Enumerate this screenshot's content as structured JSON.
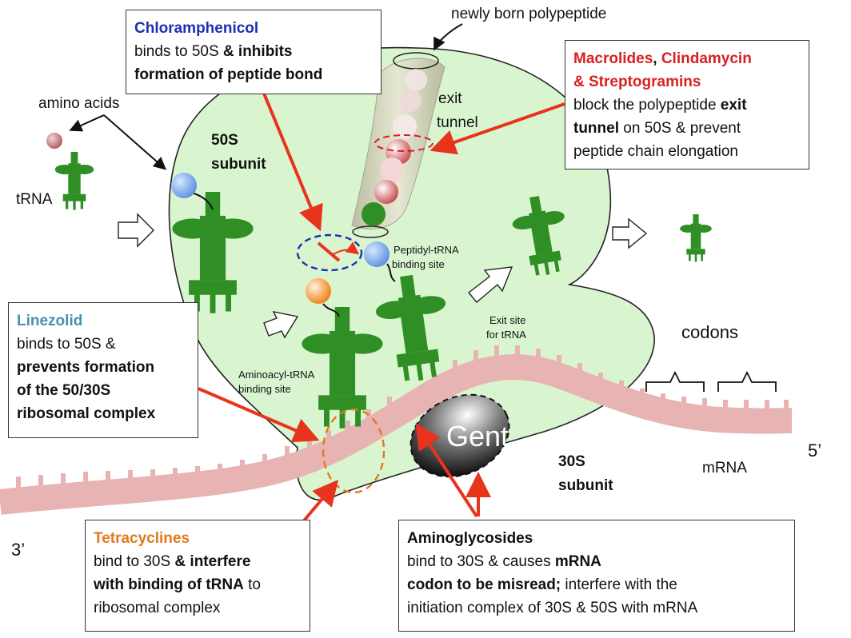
{
  "colors": {
    "ribosome": "#d9f5cf",
    "trna": "#2f8f24",
    "mrna": "#e8b3b3",
    "inhibitor_arrow": "#e8341c",
    "chloramphenicol": "#1a2fb5",
    "macrolides": "#d92020",
    "linezolid": "#4a8fb3",
    "tetracyclines": "#e07a1c"
  },
  "labels": {
    "newly_born": "newly born polypeptide",
    "amino_acids": "amino acids",
    "trna": "tRNA",
    "subunit_50s_a": "50S",
    "subunit_50s_b": "subunit",
    "exit_a": "exit",
    "exit_b": "tunnel",
    "peptidyl_a": "Peptidyl-tRNA",
    "peptidyl_b": "binding site",
    "exit_site_a": "Exit site",
    "exit_site_b": "for tRNA",
    "aminoacyl_a": "Aminoacyl-tRNA",
    "aminoacyl_b": "binding site",
    "codons": "codons",
    "gent": "Gent",
    "subunit_30s_a": "30S",
    "subunit_30s_b": "subunit",
    "mrna": "mRNA",
    "five_prime": "5’",
    "three_prime": "3’"
  },
  "boxes": {
    "chloramphenicol": {
      "title": "Chloramphenicol",
      "l1": "binds to 50S ",
      "l1b": "& inhibits",
      "l2": "formation of peptide bond"
    },
    "macrolides": {
      "t1": "Macrolides",
      "t_sep": ", ",
      "t2": "Clindamycin",
      "t3": "& Streptogramins",
      "l1": "block the polypeptide ",
      "l1b": "exit",
      "l2b": "tunnel",
      "l2": " on 50S & prevent",
      "l3": "peptide chain elongation"
    },
    "linezolid": {
      "title": "Linezolid",
      "l1": "binds to 50S &",
      "l2": "prevents formation",
      "l3": "of the 50/30S",
      "l4": "ribosomal complex"
    },
    "tetracyclines": {
      "title": "Tetracyclines",
      "l1": "bind to 30S ",
      "l1b": "& interfere",
      "l2b": "with binding of tRNA",
      "l2": " to",
      "l3": "ribosomal complex"
    },
    "aminoglycosides": {
      "title": "Aminoglycosides",
      "l1": "bind to 30S & causes ",
      "l1b": "mRNA",
      "l2b": "codon to be misread;",
      "l2": " interfere with the",
      "l3": "initiation complex of 30S & 50S with mRNA"
    }
  }
}
